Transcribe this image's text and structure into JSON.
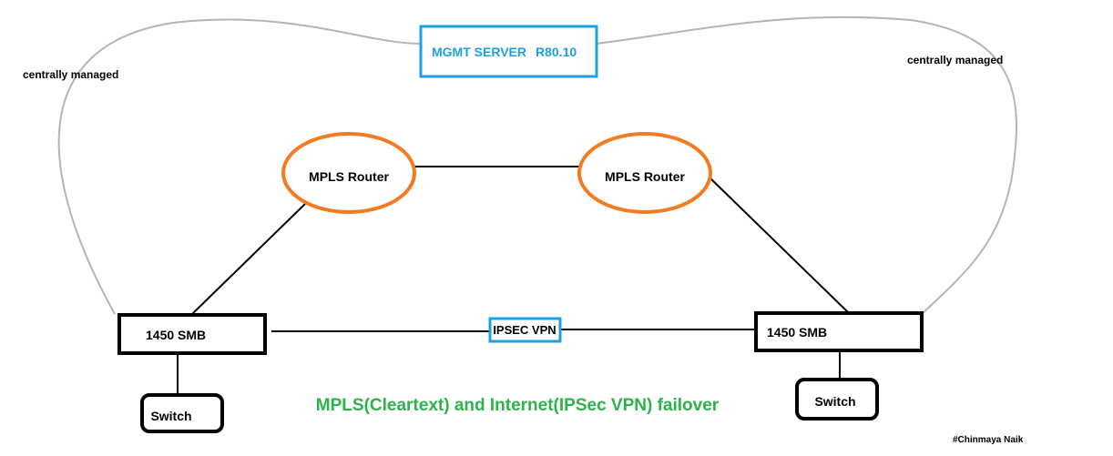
{
  "mgmt_server": {
    "label": "MGMT SERVER",
    "version": "R80.10",
    "color": "#1ba1e2"
  },
  "managed_left": "centrally managed",
  "managed_right": "centrally managed",
  "routers": [
    {
      "label": "MPLS Router"
    },
    {
      "label": "MPLS Router"
    }
  ],
  "router_color": "#f47b20",
  "gateways": [
    {
      "label": "1450 SMB"
    },
    {
      "label": "1450 SMB"
    }
  ],
  "switches": [
    {
      "label": "Switch"
    },
    {
      "label": "Switch"
    }
  ],
  "vpn_label": "IPSEC VPN",
  "vpn_color": "#1ba1e2",
  "caption": "MPLS(Cleartext) and Internet(IPSec VPN) failover",
  "caption_color": "#2db34a",
  "author": "#Chinmaya Naik"
}
